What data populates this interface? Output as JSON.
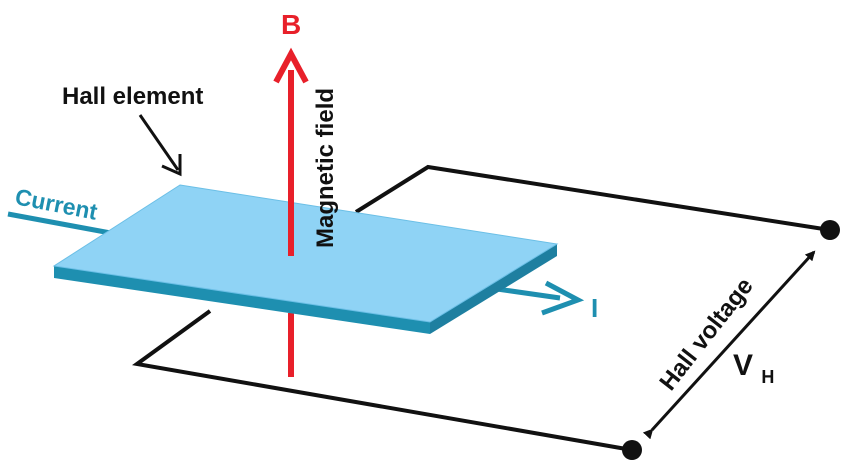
{
  "labels": {
    "field_symbol": "B",
    "field_name": "Magnetic field",
    "element_name": "Hall element",
    "current_name": "Current",
    "current_symbol": "I",
    "voltage_name": "Hall voltage",
    "voltage_symbol": "V",
    "voltage_subscript": "H"
  },
  "colors": {
    "field": "#e8202a",
    "current": "#1e8fb0",
    "plate_top": "#8fd3f5",
    "plate_side": "#1e8fb0",
    "wire": "#111111",
    "text": "#111111"
  }
}
